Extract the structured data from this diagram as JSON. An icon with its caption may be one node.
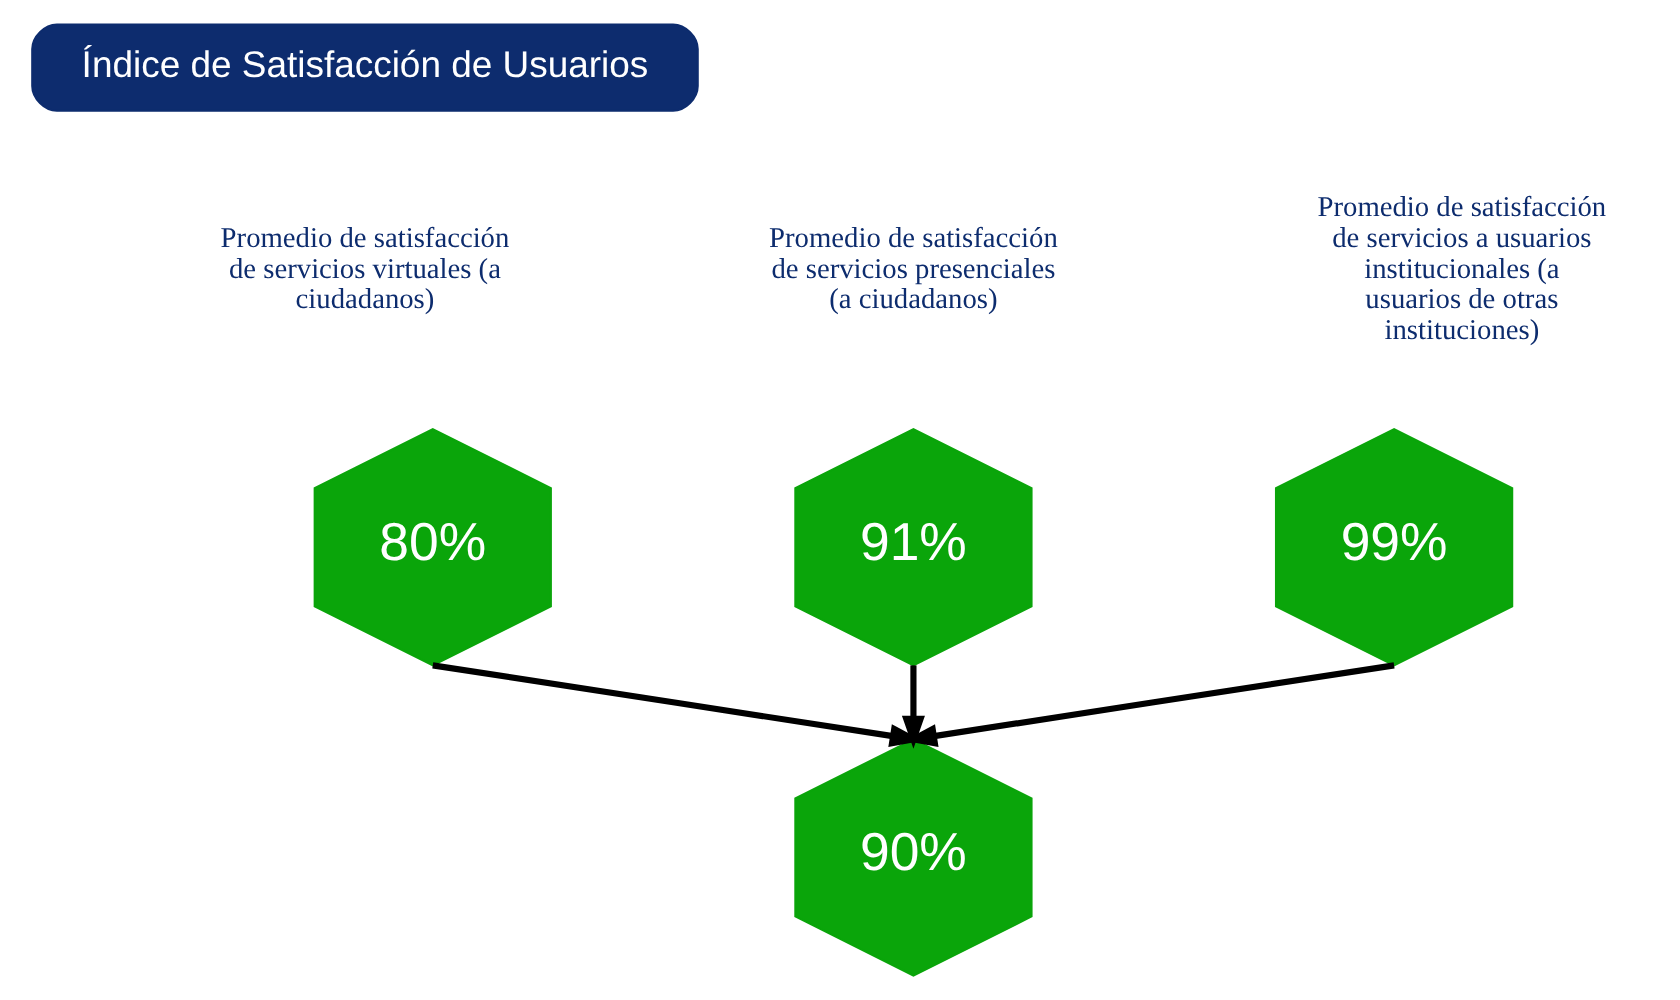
{
  "diagram": {
    "nodes": [
      {
        "text": [
          "Índice de Satisfacción de Usuarios"
        ]
      },
      {
        "text": [
          "91%"
        ],
        "beside": [
          "Promedio de satisfacción de servicios presenciales (a ciudadanos)"
        ]
      },
      {
        "text": [
          "80%"
        ],
        "beside": [
          "Promedio de satisfacción de servicios virtuales (a ciudadanos)"
        ]
      },
      {
        "text": [
          "99%"
        ],
        "beside": [
          "Promedio de satisfacción de servicios a usuarios institucionales (a usuarios de otras instituciones)"
        ]
      },
      {
        "text": [
          "90%"
        ]
      }
    ],
    "edges": [
      {
        "from": 1,
        "to": 4,
        "arrow": "to"
      },
      {
        "from": 2,
        "to": 4,
        "arrow": "to"
      },
      {
        "from": 3,
        "to": 4,
        "arrow": "to"
      }
    ]
  }
}
